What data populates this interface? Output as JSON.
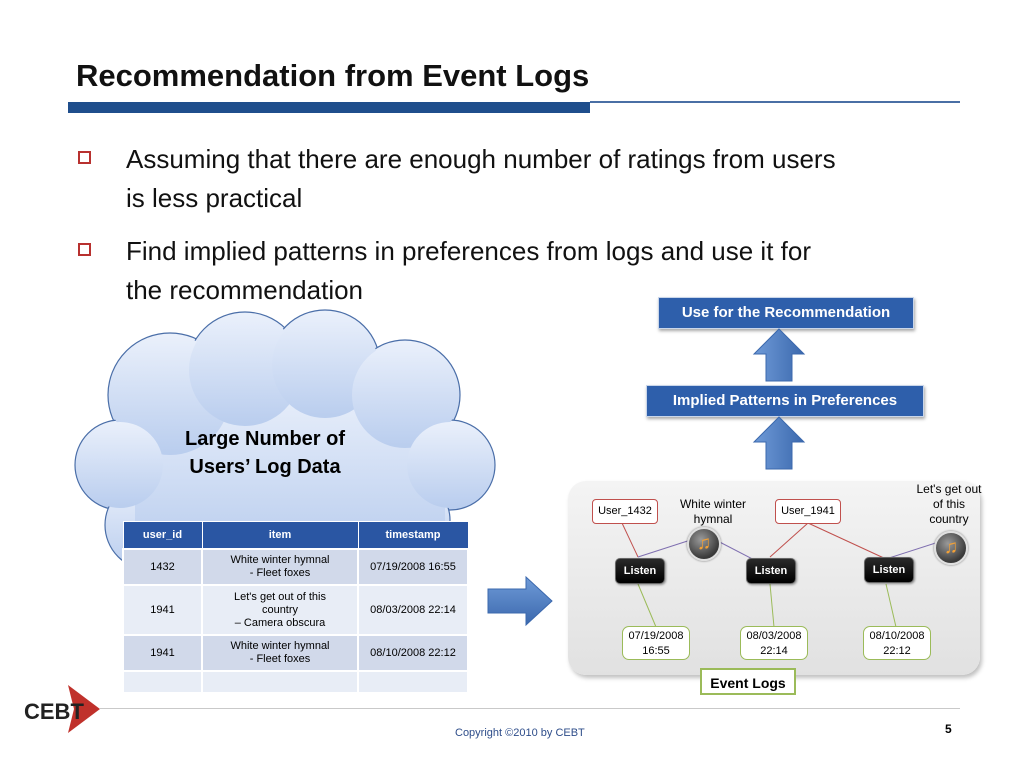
{
  "slide": {
    "title": "Recommendation from Event Logs",
    "bullets": [
      {
        "line1": "Assuming that there are enough number of ratings from users",
        "line2": "is less practical"
      },
      {
        "line1": "Find implied patterns in preferences from logs and use it for",
        "line2": "the recommendation"
      }
    ]
  },
  "cloud": {
    "line1": "Large Number of",
    "line2": "Users’ Log Data"
  },
  "log_table": {
    "headers": [
      "user_id",
      "item",
      "timestamp"
    ],
    "rows": [
      {
        "user_id": "1432",
        "item_lines": [
          "White winter hymnal",
          "- Fleet foxes"
        ],
        "timestamp": "07/19/2008 16:55"
      },
      {
        "user_id": "1941",
        "item_lines": [
          "Let's get out of this",
          "country",
          "– Camera obscura"
        ],
        "timestamp": "08/03/2008 22:14"
      },
      {
        "user_id": "1941",
        "item_lines": [
          "White winter hymnal",
          "- Fleet foxes"
        ],
        "timestamp": "08/10/2008 22:12"
      }
    ]
  },
  "flow": {
    "use_for_recommendation": "Use for the Recommendation",
    "implied_patterns": "Implied  Patterns in Preferences",
    "event_logs": "Event Logs"
  },
  "event_diagram": {
    "users": [
      "User_1432",
      "User_1941"
    ],
    "songs": [
      {
        "lines": [
          "White winter",
          "hymnal"
        ]
      },
      {
        "lines": [
          "Let's get out",
          "of this",
          "country"
        ]
      }
    ],
    "listen_label": "Listen",
    "dates": [
      {
        "date": "07/19/2008",
        "time": "16:55"
      },
      {
        "date": "08/03/2008",
        "time": "22:14"
      },
      {
        "date": "08/10/2008",
        "time": "22:12"
      }
    ],
    "music_icon_name": "music-note-icon"
  },
  "footer": {
    "copyright": "Copyright ©2010 by CEBT",
    "page_number": "5",
    "logo_text": "CEBT"
  },
  "colors": {
    "title_bar": "#1f4e8c",
    "bullet": "#b8312f",
    "table_header": "#2a56a3",
    "flow_box": "#2e5fab",
    "arrow": "#4f81bd",
    "date_border": "#9bbb59",
    "user_border": "#c0504d"
  }
}
